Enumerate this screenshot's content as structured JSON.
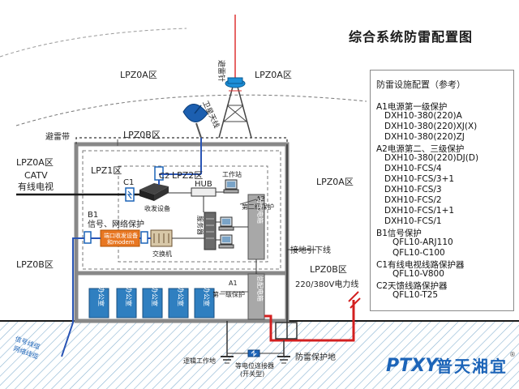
{
  "title": "综合系统防雷配置图",
  "zones": {
    "lpz0a_top": "LPZ0A区",
    "lpz0a_mast": "LPZ0A区",
    "lpz0b_roof": "LPZ0B区",
    "lpz0a_left": "LPZ0A区",
    "lpz1": "LPZ1区",
    "lpz2": "LPZ2区",
    "lpz0a_right": "LPZ0A区",
    "lpz0b_left": "LPZ0B区",
    "lpz0b_right": "LPZ0B区"
  },
  "labels": {
    "lightning_rod": "避雷针",
    "lightning_strip": "避雷带",
    "satellite_antenna": "卫星天线",
    "catv": "CATV",
    "cable_tv": "有线电视",
    "c1": "C1",
    "c2": "C2",
    "transceiver": "收发设备",
    "hub": "HUB",
    "workstation": "工作站",
    "b1": "B1",
    "signal_protect": "信号、网络保护",
    "modem_line1": "端口收发设备",
    "modem_line2": "和modem",
    "server": "服务器",
    "switch": "交换机",
    "a2": "A2",
    "second_protect": "第二级保护",
    "sub_dist_box": "分配电箱",
    "down_conductor": "接地引下线",
    "power_line": "220/380V电力线",
    "a1": "A1",
    "first_protect": "第一级保护",
    "main_dist_box": "总配电箱",
    "office": "办公室",
    "signal_cable_1": "信号线缆",
    "signal_cable_2": "网络线缆",
    "logic_ground": "逻辑工作地",
    "equipotential_1": "等电位连接器",
    "equipotential_2": "(开关型)",
    "lightning_ground": "防雷保护地"
  },
  "config": {
    "title": "防雷设施配置（参考）",
    "lines": [
      "A1电源第一级保护",
      "DXH10-380(220)A",
      "DXH10-380(220)XJ(X)",
      "DXH10-380(220)ZJ",
      "A2电源第二、三级保护",
      "DXH10-380(220)DJ(D)",
      "DXH10-FCS/4",
      "DXH10-FCS/3+1",
      "DXH10-FCS/3",
      "DXH10-FCS/2",
      "DXH10-FCS/1+1",
      "DXH10-FCS/1",
      "B1信号保护",
      "QFL10-ARJ110",
      "QFL10-C100",
      "C1有线电视线路保护器",
      "QFL10-V800",
      "C2天馈线路保护器",
      "QFL10-T25"
    ]
  },
  "brand": {
    "logo": "PTXY",
    "name": "普天湘宜",
    "mark": "®"
  },
  "colors": {
    "accent_blue": "#1c64b8",
    "building_gray": "#888888",
    "ground_hatch": "#9cc0d8",
    "office_blue": "#2f7fc0",
    "orange": "#e87722",
    "red": "#d32020"
  }
}
